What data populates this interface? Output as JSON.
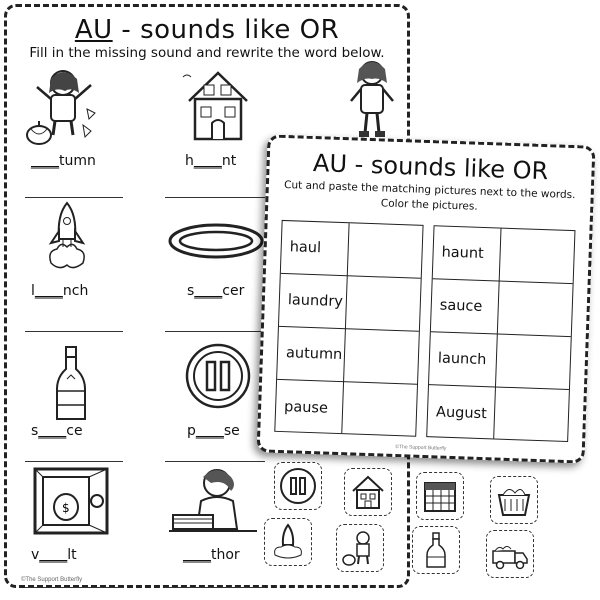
{
  "worksheet1": {
    "title_prefix": "AU",
    "title_rest": " - sounds like OR",
    "instructions": "Fill in the missing sound and rewrite the word below.",
    "items": [
      {
        "before": "",
        "blank": "____",
        "after": "tumn",
        "picture": "autumn-girl-icon"
      },
      {
        "before": "h",
        "blank": "____",
        "after": "nt",
        "picture": "haunted-house-icon"
      },
      {
        "before": "",
        "blank": "",
        "after": "",
        "picture": "girl-icon"
      },
      {
        "before": "l",
        "blank": "____",
        "after": "nch",
        "picture": "rocket-launch-icon"
      },
      {
        "before": "s",
        "blank": "____",
        "after": "cer",
        "picture": "saucer-icon"
      },
      {
        "before": "",
        "blank": "",
        "after": "",
        "picture": ""
      },
      {
        "before": "s",
        "blank": "____",
        "after": "ce",
        "picture": "sauce-bottle-icon"
      },
      {
        "before": "p",
        "blank": "____",
        "after": "se",
        "picture": "pause-icon"
      },
      {
        "before": "",
        "blank": "",
        "after": "",
        "picture": ""
      },
      {
        "before": "v",
        "blank": "____",
        "after": "lt",
        "picture": "vault-safe-icon"
      },
      {
        "before": "",
        "blank": "____",
        "after": "thor",
        "picture": "author-icon"
      }
    ],
    "credit": "©The Support Butterfly"
  },
  "worksheet2": {
    "title": "AU - sounds like OR",
    "instructions_line1": "Cut and paste the matching pictures next to the words.",
    "instructions_line2": "Color the pictures.",
    "left_words": [
      "haul",
      "laundry",
      "autumn",
      "pause"
    ],
    "right_words": [
      "haunt",
      "sauce",
      "launch",
      "August"
    ],
    "credit": "©The Support Butterfly"
  },
  "cutouts": [
    "pause-icon",
    "haunted-house-icon",
    "calendar-icon",
    "laundry-basket-icon",
    "rocket-launch-icon",
    "autumn-girl-icon",
    "sauce-bottle-icon",
    "haul-truck-icon"
  ]
}
